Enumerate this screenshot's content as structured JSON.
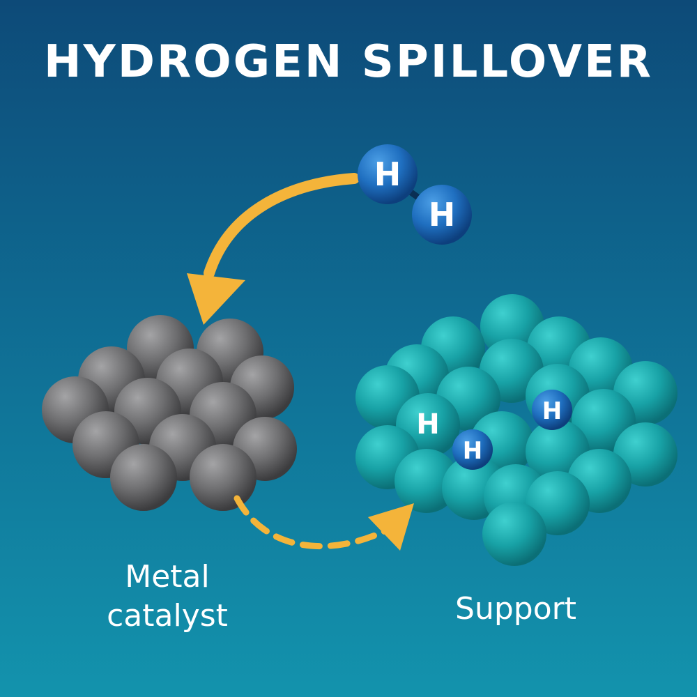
{
  "title": "HYDROGEN SPILLOVER",
  "labels": {
    "metal_line1": "Metal",
    "metal_line2": "catalyst",
    "support": "Support"
  },
  "atoms": {
    "hydrogen_symbol": "H"
  },
  "colors": {
    "metal_atom": "#6e6e70",
    "support_atom": "#1fa5a8",
    "hydrogen_atom": "#1f6fc0",
    "arrow": "#f4b43a",
    "text": "#ffffff"
  }
}
